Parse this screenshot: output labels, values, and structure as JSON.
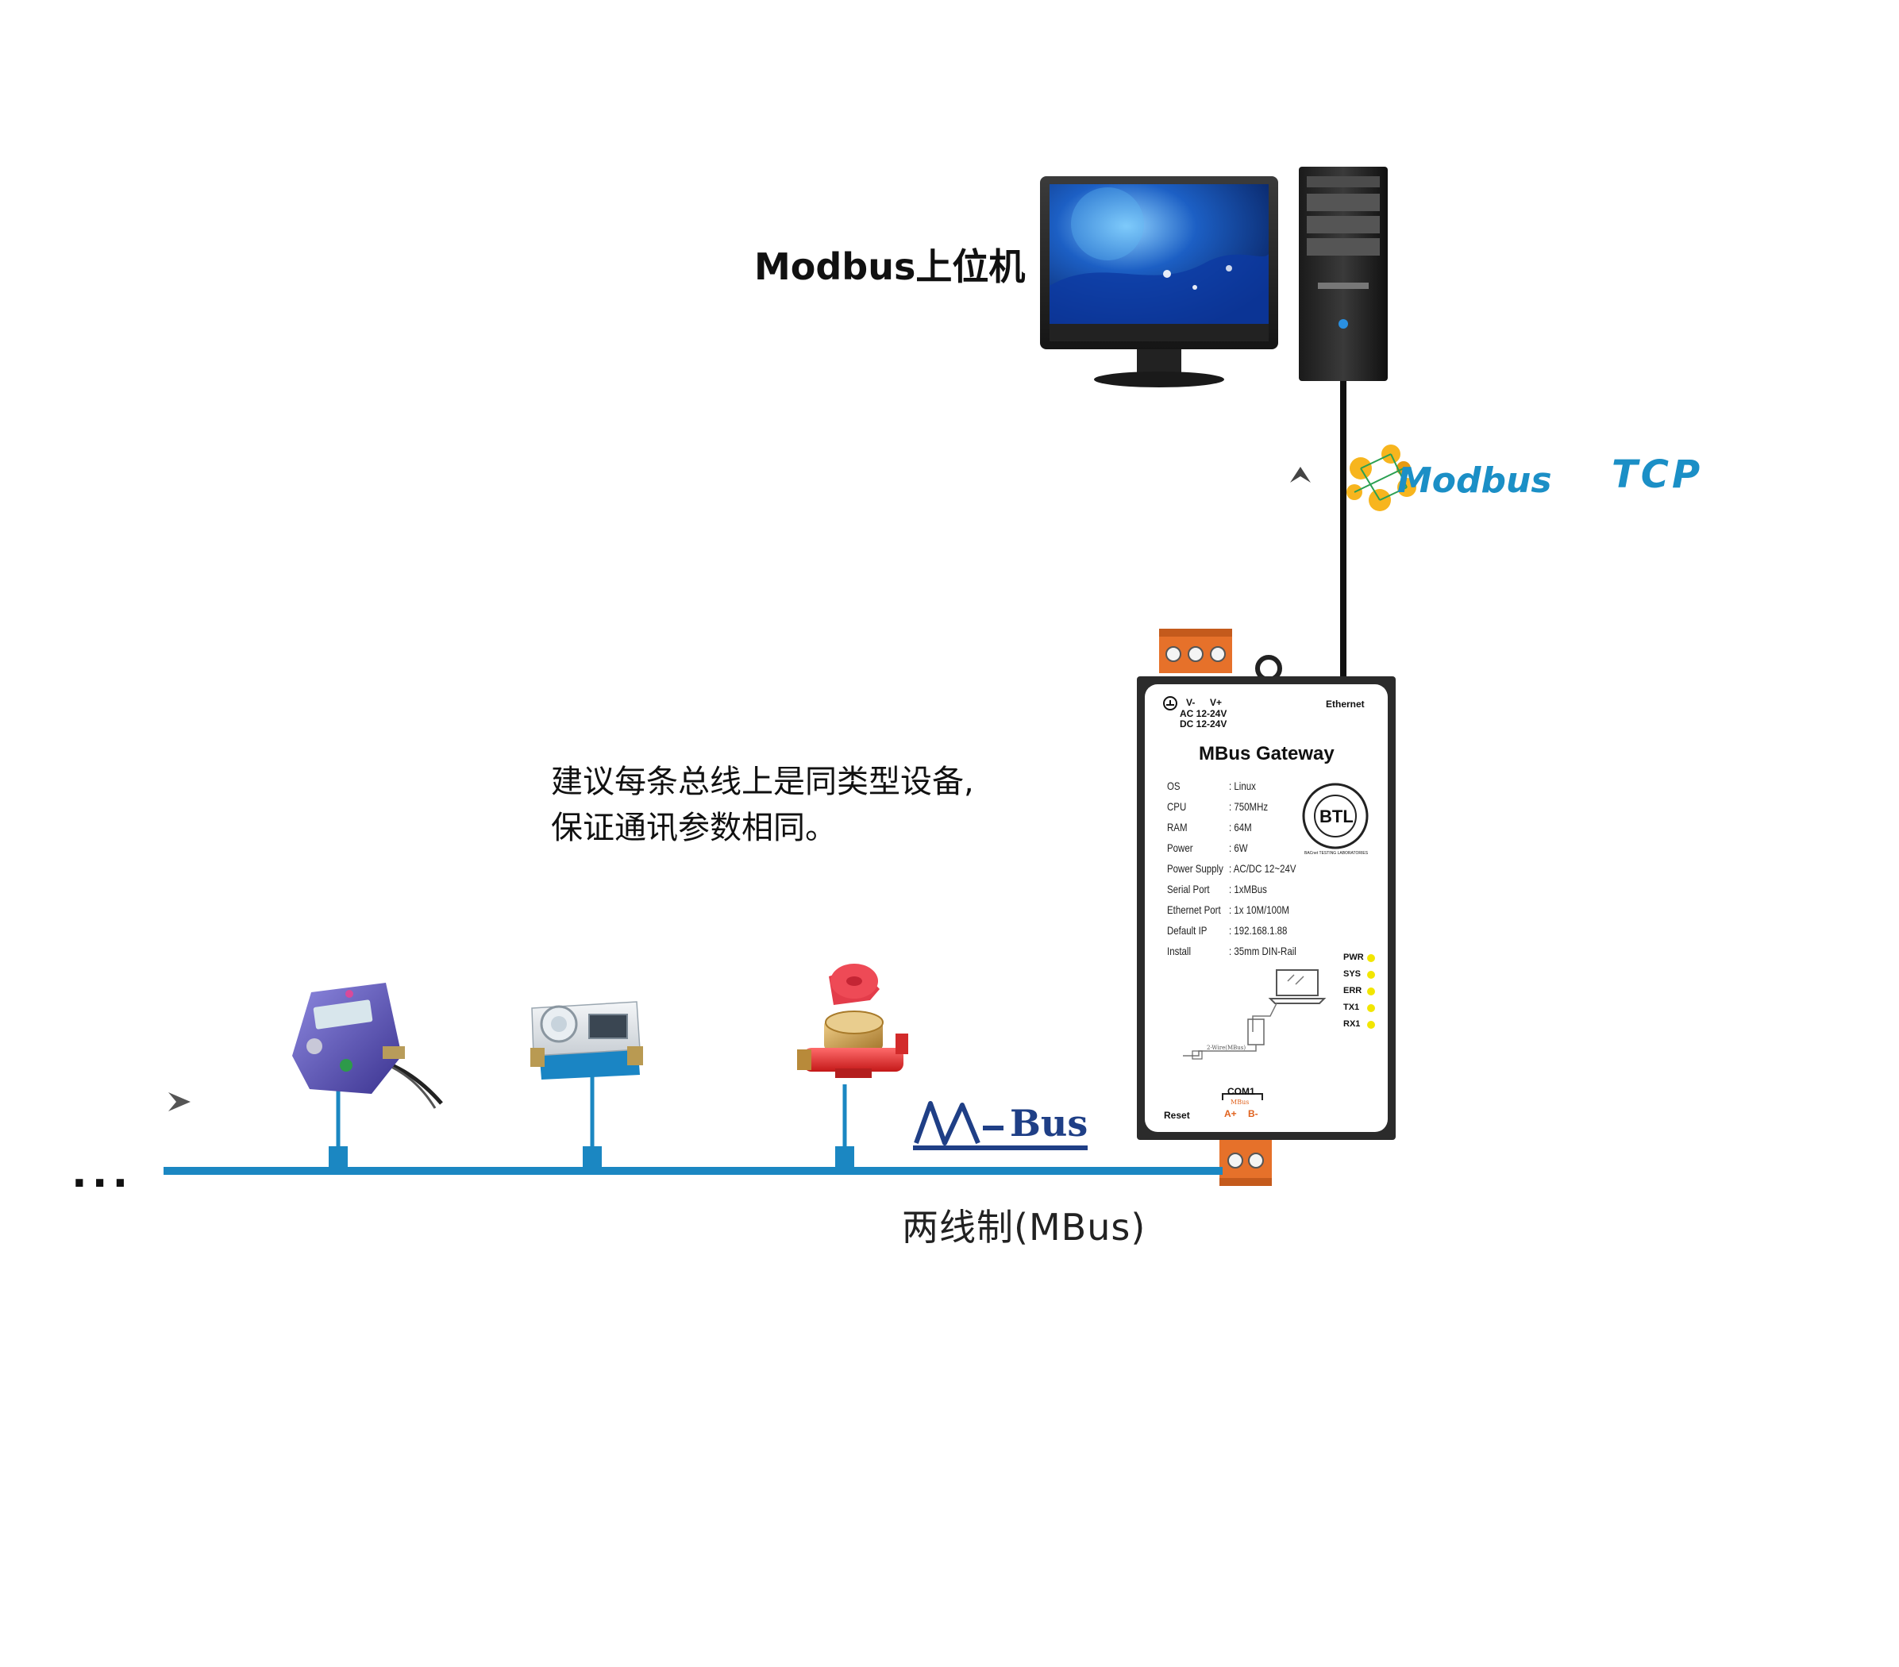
{
  "host": {
    "label": "Modbus上位机"
  },
  "protocol": {
    "logo_text": "Modbus",
    "suffix": "TCP",
    "accent_color": "#1b8fc6",
    "logo_dot_color": "#f7b51e"
  },
  "note": {
    "line1": "建议每条总线上是同类型设备,",
    "line2": "保证通讯参数相同。"
  },
  "bus": {
    "label": "两线制(MBus)",
    "logo_text": "Bus",
    "ellipsis": "...",
    "color": "#1b87c2",
    "meters": [
      {
        "name": "smart-water-meter-purple"
      },
      {
        "name": "prepaid-water-meter-blue"
      },
      {
        "name": "mechanical-water-meter-red"
      }
    ]
  },
  "gateway": {
    "title": "MBus Gateway",
    "ethernet_label": "Ethernet",
    "power_terminals": {
      "vminus": "V-",
      "vplus": "V+",
      "ac": "AC 12-24V",
      "dc": "DC 12-24V"
    },
    "specs": [
      {
        "key": "OS",
        "value": ": Linux"
      },
      {
        "key": "CPU",
        "value": ": 750MHz"
      },
      {
        "key": "RAM",
        "value": ": 64M"
      },
      {
        "key": "Power",
        "value": ": 6W"
      },
      {
        "key": "Power Supply",
        "value": ": AC/DC 12~24V"
      },
      {
        "key": "Serial Port",
        "value": ": 1xMBus"
      },
      {
        "key": "Ethernet Port",
        "value": ": 1x 10M/100M"
      },
      {
        "key": "Default IP",
        "value": ": 192.168.1.88"
      },
      {
        "key": "Install",
        "value": ": 35mm DIN-Rail"
      }
    ],
    "leds": [
      "PWR",
      "SYS",
      "ERR",
      "TX1",
      "RX1"
    ],
    "reset_label": "Reset",
    "com_label": "COM1",
    "com_sub": "MBus",
    "port_a": "A+",
    "port_b": "B-",
    "wire_note": "2-Wire(MBus)",
    "cert_center": "BTL",
    "cert_ring": "BACnet TESTING LABORATORIES"
  }
}
